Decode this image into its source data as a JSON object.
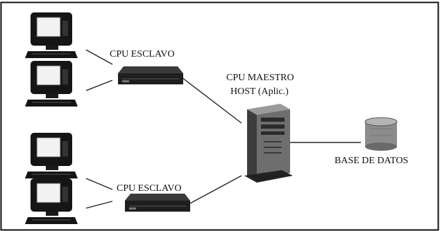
{
  "labels": {
    "slave_cpu_top": "CPU ESCLAVO",
    "slave_cpu_bottom": "CPU ESCLAVO",
    "master_cpu_line1": "CPU MAESTRO",
    "master_cpu_line2": "HOST (Aplic.)",
    "database": "BASE DE DATOS"
  },
  "icons": {
    "terminal": "computer-terminal-icon",
    "slave": "network-device-icon",
    "master": "tower-server-icon",
    "database": "database-cylinder-icon"
  }
}
